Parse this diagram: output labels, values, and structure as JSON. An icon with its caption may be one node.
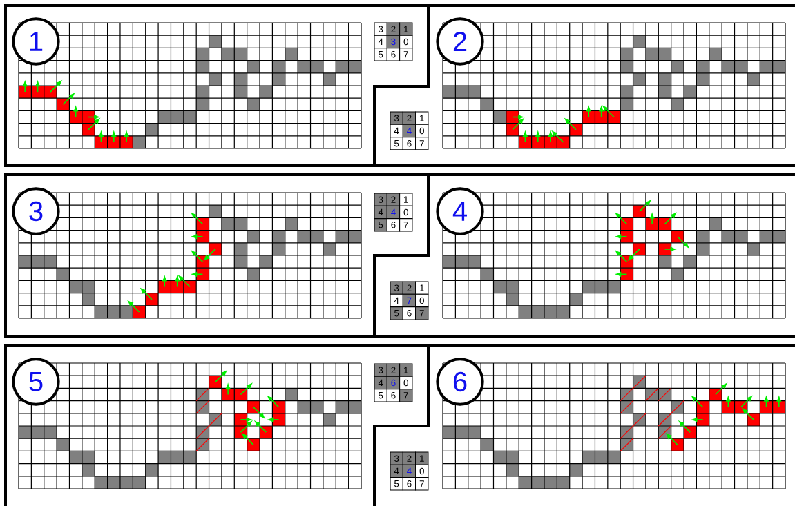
{
  "diagram": {
    "nodes": [
      {
        "text": [
          "1"
        ]
      },
      {
        "text": [
          "2"
        ]
      },
      {
        "text": [
          "3"
        ]
      },
      {
        "text": [
          "4"
        ]
      },
      {
        "text": [
          "5"
        ]
      },
      {
        "text": [
          "6"
        ]
      }
    ],
    "labels": [
      "3",
      "2",
      "1",
      "4",
      "3",
      "0",
      "5",
      "6",
      "7",
      "3",
      "2",
      "1",
      "4",
      "4",
      "0",
      "5",
      "6",
      "7",
      "3",
      "2",
      "1",
      "4",
      "4",
      "0",
      "5",
      "6",
      "7",
      "3",
      "2",
      "1",
      "4",
      "7",
      "0",
      "5",
      "6",
      "7",
      "3",
      "2",
      "1",
      "4",
      "6",
      "0",
      "5",
      "6",
      "7",
      "3",
      "2",
      "1",
      "4",
      "4",
      "0",
      "5",
      "6",
      "7"
    ]
  }
}
